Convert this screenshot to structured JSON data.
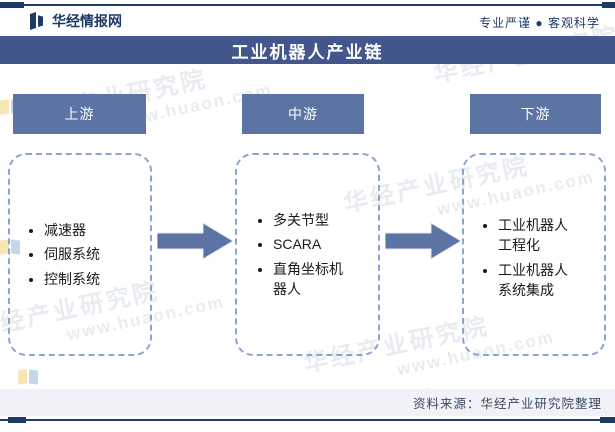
{
  "header": {
    "brand": "华经情报网",
    "slogan": "专业严谨 ● 客观科学"
  },
  "title": "工业机器人产业链",
  "chain": {
    "stages": [
      {
        "label": "上游",
        "items": [
          "减速器",
          "伺服系统",
          "控制系统"
        ]
      },
      {
        "label": "中游",
        "items": [
          "多关节型",
          "SCARA",
          "直角坐标机器人"
        ]
      },
      {
        "label": "下游",
        "items": [
          "工业机器人工程化",
          "工业机器人系统集成"
        ]
      }
    ]
  },
  "footer": {
    "source": "资料来源：华经产业研究院整理"
  },
  "watermark": {
    "text": "华经产业研究院",
    "url": "www.huaon.com"
  },
  "colors": {
    "navy": "#1F3968",
    "title_bar": "#44578C",
    "stage_header": "#5C74A4",
    "arrow": "#5C74A4",
    "dashed_border": "#8AA4CE",
    "footer_band": "#F1F2F7"
  }
}
